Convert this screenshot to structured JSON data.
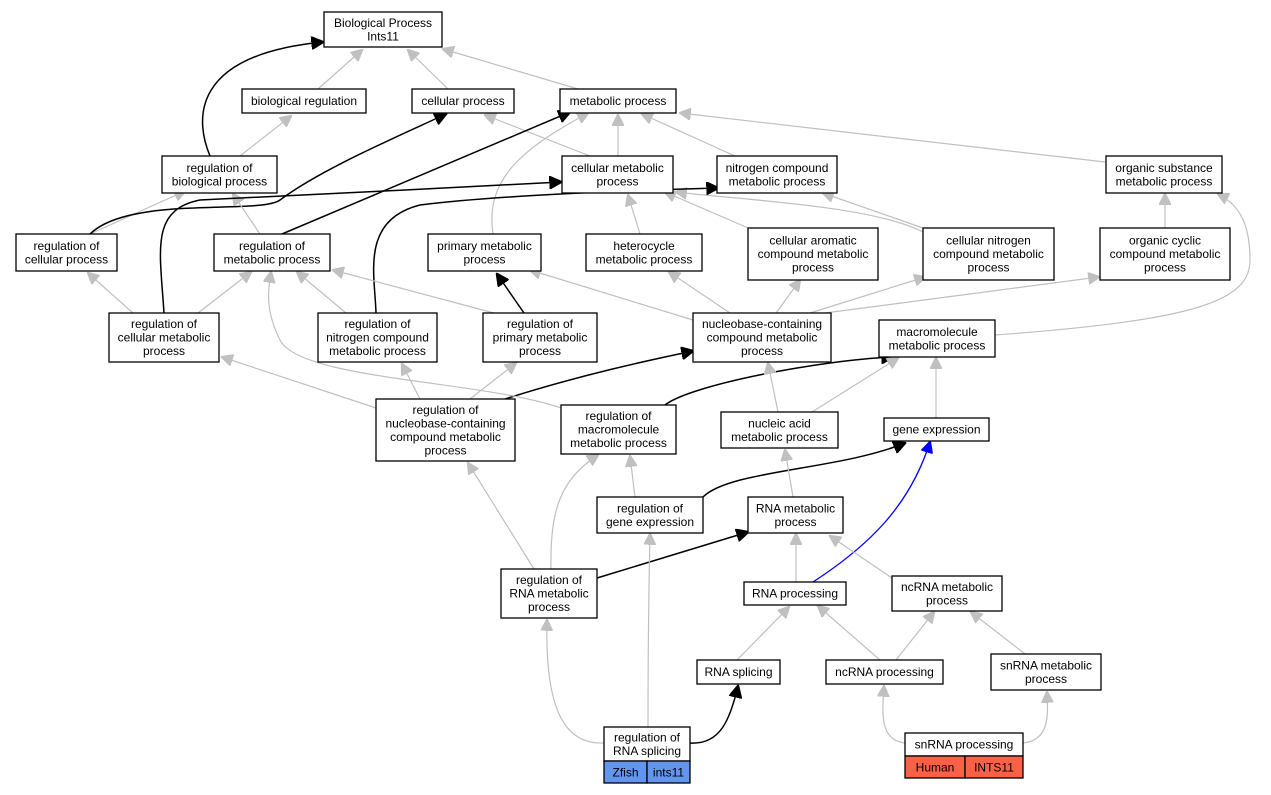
{
  "nodes": {
    "bp_root": {
      "lines": [
        "Biological Process",
        "Ints11"
      ]
    },
    "bio_reg": {
      "lines": [
        "biological regulation"
      ]
    },
    "cell_proc": {
      "lines": [
        "cellular process"
      ]
    },
    "met_proc": {
      "lines": [
        "metabolic process"
      ]
    },
    "reg_bio": {
      "lines": [
        "regulation of",
        "biological process"
      ]
    },
    "cell_met": {
      "lines": [
        "cellular metabolic",
        "process"
      ]
    },
    "nitro_met": {
      "lines": [
        "nitrogen compound",
        "metabolic process"
      ]
    },
    "org_sub": {
      "lines": [
        "organic substance",
        "metabolic process"
      ]
    },
    "reg_cell": {
      "lines": [
        "regulation of",
        "cellular process"
      ]
    },
    "reg_met": {
      "lines": [
        "regulation of",
        "metabolic process"
      ]
    },
    "prim_met": {
      "lines": [
        "primary metabolic",
        "process"
      ]
    },
    "hetero": {
      "lines": [
        "heterocycle",
        "metabolic process"
      ]
    },
    "cell_arom": {
      "lines": [
        "cellular aromatic",
        "compound metabolic",
        "process"
      ]
    },
    "cell_nitro": {
      "lines": [
        "cellular nitrogen",
        "compound metabolic",
        "process"
      ]
    },
    "org_cyc": {
      "lines": [
        "organic cyclic",
        "compound metabolic",
        "process"
      ]
    },
    "reg_cell_met": {
      "lines": [
        "regulation of",
        "cellular metabolic",
        "process"
      ]
    },
    "reg_nitro": {
      "lines": [
        "regulation of",
        "nitrogen compound",
        "metabolic process"
      ]
    },
    "reg_prim": {
      "lines": [
        "regulation of",
        "primary metabolic",
        "process"
      ]
    },
    "nucleobase": {
      "lines": [
        "nucleobase-containing",
        "compound metabolic",
        "process"
      ]
    },
    "macro": {
      "lines": [
        "macromolecule",
        "metabolic process"
      ]
    },
    "reg_nucleo": {
      "lines": [
        "regulation of",
        "nucleobase-containing",
        "compound metabolic",
        "process"
      ]
    },
    "reg_macro": {
      "lines": [
        "regulation of",
        "macromolecule",
        "metabolic process"
      ]
    },
    "nucleic": {
      "lines": [
        "nucleic acid",
        "metabolic process"
      ]
    },
    "gene_exp": {
      "lines": [
        "gene expression"
      ]
    },
    "reg_gene": {
      "lines": [
        "regulation of",
        "gene expression"
      ]
    },
    "rna_met": {
      "lines": [
        "RNA metabolic",
        "process"
      ]
    },
    "reg_rna_met": {
      "lines": [
        "regulation of",
        "RNA metabolic",
        "process"
      ]
    },
    "rna_proc": {
      "lines": [
        "RNA processing"
      ]
    },
    "ncrna_met": {
      "lines": [
        "ncRNA metabolic",
        "process"
      ]
    },
    "rna_splice": {
      "lines": [
        "RNA splicing"
      ]
    },
    "ncrna_proc": {
      "lines": [
        "ncRNA processing"
      ]
    },
    "snrna_met": {
      "lines": [
        "snRNA metabolic",
        "process"
      ]
    },
    "reg_splice": {
      "lines": [
        "regulation of",
        "RNA splicing"
      ]
    },
    "snrna_proc": {
      "lines": [
        "snRNA processing"
      ]
    }
  },
  "tags": {
    "zfish": {
      "species": "Zfish",
      "gene": "ints11",
      "color": "#6495ed"
    },
    "human": {
      "species": "Human",
      "gene": "INTS11",
      "color": "#fa6147"
    }
  },
  "edges": [
    {
      "from": "bio_reg",
      "to": "bp_root",
      "style": "gray"
    },
    {
      "from": "cell_proc",
      "to": "bp_root",
      "style": "gray"
    },
    {
      "from": "met_proc",
      "to": "bp_root",
      "style": "gray"
    },
    {
      "from": "reg_bio",
      "to": "bp_root",
      "style": "black"
    },
    {
      "from": "reg_bio",
      "to": "bio_reg",
      "style": "gray"
    },
    {
      "from": "cell_met",
      "to": "cell_proc",
      "style": "gray"
    },
    {
      "from": "cell_met",
      "to": "met_proc",
      "style": "gray"
    },
    {
      "from": "nitro_met",
      "to": "met_proc",
      "style": "gray"
    },
    {
      "from": "org_sub",
      "to": "met_proc",
      "style": "gray"
    },
    {
      "from": "reg_cell",
      "to": "reg_bio",
      "style": "gray"
    },
    {
      "from": "reg_cell",
      "to": "cell_proc",
      "style": "black"
    },
    {
      "from": "reg_met",
      "to": "reg_bio",
      "style": "gray"
    },
    {
      "from": "reg_met",
      "to": "met_proc",
      "style": "black"
    },
    {
      "from": "prim_met",
      "to": "met_proc",
      "style": "gray"
    },
    {
      "from": "hetero",
      "to": "cell_met",
      "style": "gray"
    },
    {
      "from": "cell_arom",
      "to": "cell_met",
      "style": "gray"
    },
    {
      "from": "cell_nitro",
      "to": "cell_met",
      "style": "gray"
    },
    {
      "from": "cell_nitro",
      "to": "nitro_met",
      "style": "gray"
    },
    {
      "from": "org_cyc",
      "to": "org_sub",
      "style": "gray"
    },
    {
      "from": "reg_cell_met",
      "to": "reg_cell",
      "style": "gray"
    },
    {
      "from": "reg_cell_met",
      "to": "reg_met",
      "style": "gray"
    },
    {
      "from": "reg_cell_met",
      "to": "cell_met",
      "style": "black"
    },
    {
      "from": "reg_nitro",
      "to": "reg_met",
      "style": "gray"
    },
    {
      "from": "reg_nitro",
      "to": "nitro_met",
      "style": "black"
    },
    {
      "from": "reg_prim",
      "to": "reg_met",
      "style": "gray"
    },
    {
      "from": "reg_prim",
      "to": "prim_met",
      "style": "black"
    },
    {
      "from": "nucleobase",
      "to": "hetero",
      "style": "gray"
    },
    {
      "from": "nucleobase",
      "to": "cell_arom",
      "style": "gray"
    },
    {
      "from": "nucleobase",
      "to": "cell_nitro",
      "style": "gray"
    },
    {
      "from": "nucleobase",
      "to": "org_cyc",
      "style": "gray"
    },
    {
      "from": "nucleobase",
      "to": "prim_met",
      "style": "gray"
    },
    {
      "from": "macro",
      "to": "org_sub",
      "style": "gray"
    },
    {
      "from": "reg_nucleo",
      "to": "reg_cell_met",
      "style": "gray"
    },
    {
      "from": "reg_nucleo",
      "to": "reg_nitro",
      "style": "gray"
    },
    {
      "from": "reg_nucleo",
      "to": "reg_prim",
      "style": "gray"
    },
    {
      "from": "reg_nucleo",
      "to": "nucleobase",
      "style": "black"
    },
    {
      "from": "reg_macro",
      "to": "reg_met",
      "style": "gray"
    },
    {
      "from": "reg_macro",
      "to": "macro",
      "style": "black"
    },
    {
      "from": "nucleic",
      "to": "nucleobase",
      "style": "gray"
    },
    {
      "from": "nucleic",
      "to": "macro",
      "style": "gray"
    },
    {
      "from": "gene_exp",
      "to": "macro",
      "style": "gray"
    },
    {
      "from": "reg_gene",
      "to": "reg_macro",
      "style": "gray"
    },
    {
      "from": "reg_gene",
      "to": "gene_exp",
      "style": "black"
    },
    {
      "from": "rna_met",
      "to": "nucleic",
      "style": "gray"
    },
    {
      "from": "reg_rna_met",
      "to": "reg_nucleo",
      "style": "gray"
    },
    {
      "from": "reg_rna_met",
      "to": "reg_macro",
      "style": "gray"
    },
    {
      "from": "reg_rna_met",
      "to": "rna_met",
      "style": "black"
    },
    {
      "from": "rna_proc",
      "to": "rna_met",
      "style": "gray"
    },
    {
      "from": "rna_proc",
      "to": "gene_exp",
      "style": "blue"
    },
    {
      "from": "ncrna_met",
      "to": "rna_met",
      "style": "gray"
    },
    {
      "from": "rna_splice",
      "to": "rna_proc",
      "style": "gray"
    },
    {
      "from": "ncrna_proc",
      "to": "rna_proc",
      "style": "gray"
    },
    {
      "from": "ncrna_proc",
      "to": "ncrna_met",
      "style": "gray"
    },
    {
      "from": "snrna_met",
      "to": "ncrna_met",
      "style": "gray"
    },
    {
      "from": "reg_splice",
      "to": "reg_rna_met",
      "style": "gray"
    },
    {
      "from": "reg_splice",
      "to": "reg_gene",
      "style": "gray"
    },
    {
      "from": "reg_splice",
      "to": "rna_splice",
      "style": "black"
    },
    {
      "from": "snrna_proc",
      "to": "ncrna_proc",
      "style": "gray"
    },
    {
      "from": "snrna_proc",
      "to": "snrna_met",
      "style": "gray"
    }
  ]
}
